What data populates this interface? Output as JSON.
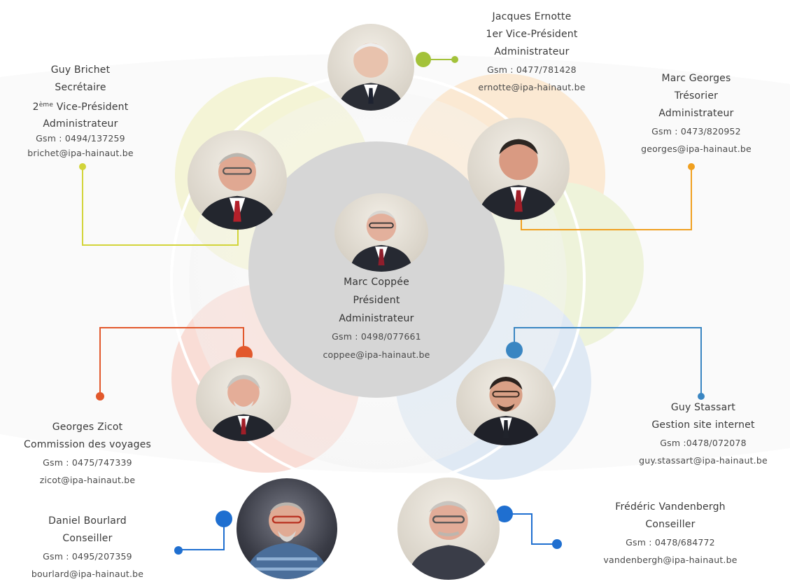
{
  "colors": {
    "top": "#a3c23a",
    "orange": "#f0a020",
    "yellow": "#c9d03c",
    "red": "#e2582c",
    "blue": "#3a86c2",
    "dark_blue": "#1f6fd0",
    "center_disc": "#d5d5d5"
  },
  "members": {
    "ernotte": {
      "name": "Jacques  Ernotte",
      "roles": [
        "1er Vice-Président",
        "Administrateur"
      ],
      "gsm": "Gsm : 0477/781428",
      "email": "ernotte@ipa-hainaut.be"
    },
    "brichet": {
      "name": "Guy Brichet",
      "roles": [
        "Secrétaire"
      ],
      "role_vp_number": "2",
      "role_vp_sup": "ème",
      "role_vp_rest": " Vice-Président",
      "role_admin": "Administrateur",
      "gsm": "Gsm : 0494/137259",
      "email": "brichet@ipa-hainaut.be"
    },
    "georges": {
      "name": "Marc Georges",
      "roles": [
        "Trésorier",
        "Administrateur"
      ],
      "gsm": "Gsm : 0473/820952",
      "email": "georges@ipa-hainaut.be"
    },
    "coppee": {
      "name": "Marc Coppée",
      "roles": [
        "Président",
        "Administrateur"
      ],
      "gsm": "Gsm : 0498/077661",
      "email": "coppee@ipa-hainaut.be"
    },
    "zicot": {
      "name": "Georges Zicot",
      "roles": [
        "Commission des voyages"
      ],
      "gsm": "Gsm : 0475/747339",
      "email": "zicot@ipa-hainaut.be"
    },
    "stassart": {
      "name": "Guy Stassart",
      "roles": [
        "Gestion site internet"
      ],
      "gsm": "Gsm :0478/072078",
      "email": "guy.stassart@ipa-hainaut.be"
    },
    "bourlard": {
      "name": "Daniel Bourlard",
      "roles": [
        "Conseiller"
      ],
      "gsm": "Gsm : 0495/207359",
      "email": "bourlard@ipa-hainaut.be"
    },
    "vandenbergh": {
      "name": "Frédéric Vandenbergh",
      "roles": [
        "Conseiller"
      ],
      "gsm": "Gsm : 0478/684772",
      "email": "vandenbergh@ipa-hainaut.be"
    }
  }
}
